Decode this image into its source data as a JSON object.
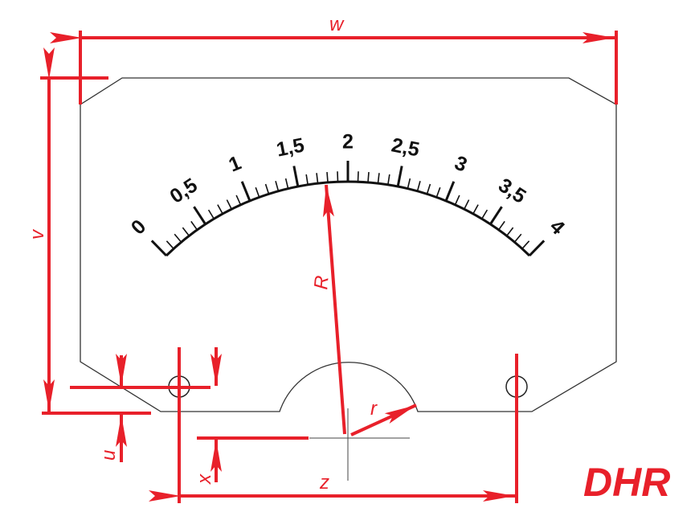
{
  "scale": {
    "min": 0,
    "max": 4,
    "minor_step": 0.1,
    "major_step": 0.5,
    "labels": [
      "0",
      "0,5",
      "1",
      "1,5",
      "2",
      "2,5",
      "3",
      "3,5",
      "4"
    ]
  },
  "dimensions": {
    "w": "w",
    "v": "v",
    "R": "R",
    "r": "r",
    "u": "u",
    "x": "x",
    "z": "z"
  },
  "logo": "DHR",
  "colors": {
    "dimension": "#e8202a",
    "outline": "#333333"
  }
}
